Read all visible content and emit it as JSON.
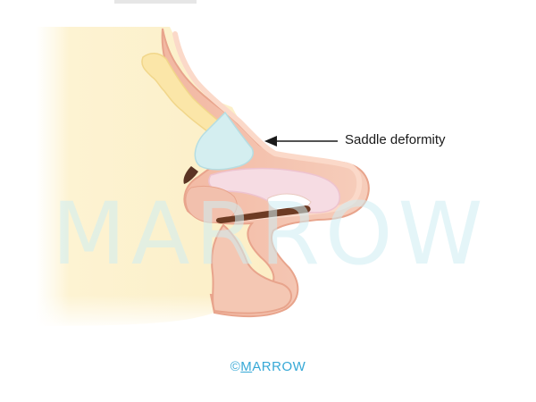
{
  "annotation": {
    "label": "Saddle deformity"
  },
  "watermark": {
    "text": "MARROW"
  },
  "copyright": {
    "symbol": "©",
    "initial": "M",
    "rest": "ARROW"
  },
  "colors": {
    "skin_tissue": "#f4c7b3",
    "skin_outline": "#e8a48c",
    "bone_pale": "#fbeab0",
    "cartilage_blue": "#d4eef0",
    "cartilage_pink": "#f6dce3",
    "background_tint": "#fdf5d6",
    "brown_rod": "#6d3b23",
    "accent_blue": "#36a8d6"
  }
}
